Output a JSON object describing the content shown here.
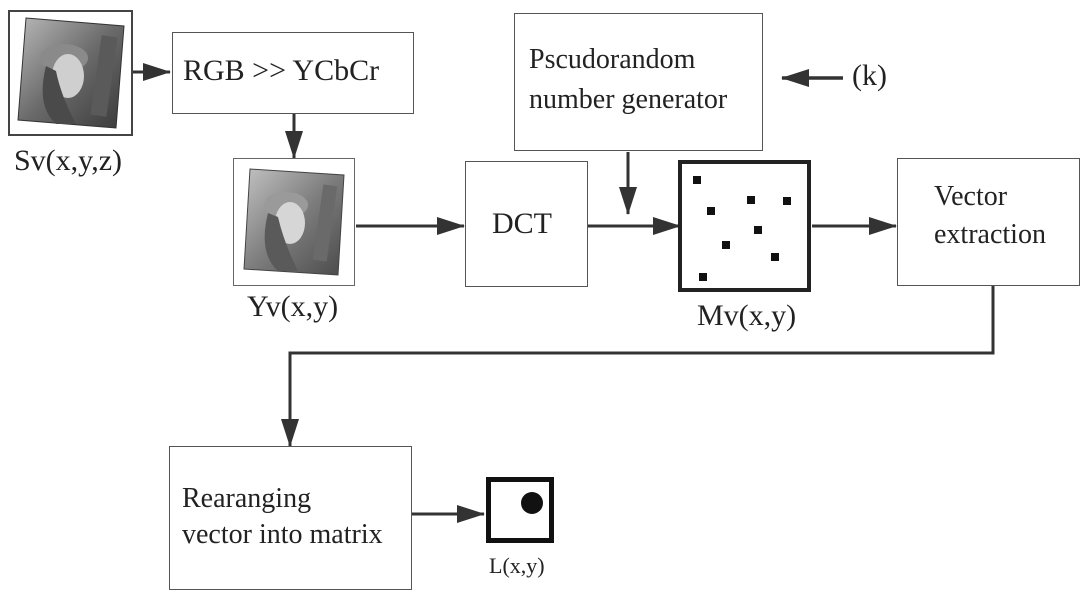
{
  "diagram": {
    "blocks": {
      "rgb_convert": "RGB >> YCbCr",
      "prng_line1": "Pscudorandom",
      "prng_line2": "number generator",
      "dct": "DCT",
      "vector_extraction_line1": "Vector",
      "vector_extraction_line2": "extraction",
      "rearrange_line1": "Rearanging",
      "rearrange_line2": "vector into matrix"
    },
    "signals": {
      "sv": "Sv(x,y,z)",
      "yv": "Yv(x,y)",
      "mv": "Mv(x,y)",
      "key": "(k)",
      "l": "L(x,y)"
    }
  }
}
